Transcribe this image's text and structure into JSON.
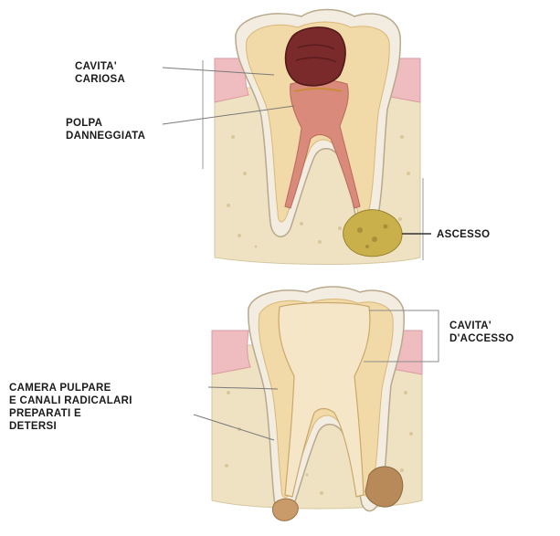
{
  "diagram_1": {
    "labels": {
      "carious_cavity": [
        "CAVITA'",
        "CARIOSA"
      ],
      "damaged_pulp": [
        "POLPA",
        "DANNEGGIATA"
      ],
      "abscess": "ASCESSO"
    }
  },
  "diagram_2": {
    "labels": {
      "access_cavity": [
        "CAVITA'",
        "D'ACCESSO"
      ],
      "prepared_canals": [
        "CAMERA PULPARE",
        "E CANALI  RADICALARI",
        "PREPARATI  E",
        "DETERSI"
      ]
    }
  },
  "colors": {
    "enamel": "#f3ece0",
    "dentin": "#f2d9a8",
    "gum": "#efbcc0",
    "bone": "#efe2c3",
    "decay": "#7a2a2a",
    "pulp_damaged": "#d98a7a",
    "abscess": "#c9b04a",
    "prepared_chamber": "#f6e6c8",
    "leader_line": "#7a7a7a"
  }
}
